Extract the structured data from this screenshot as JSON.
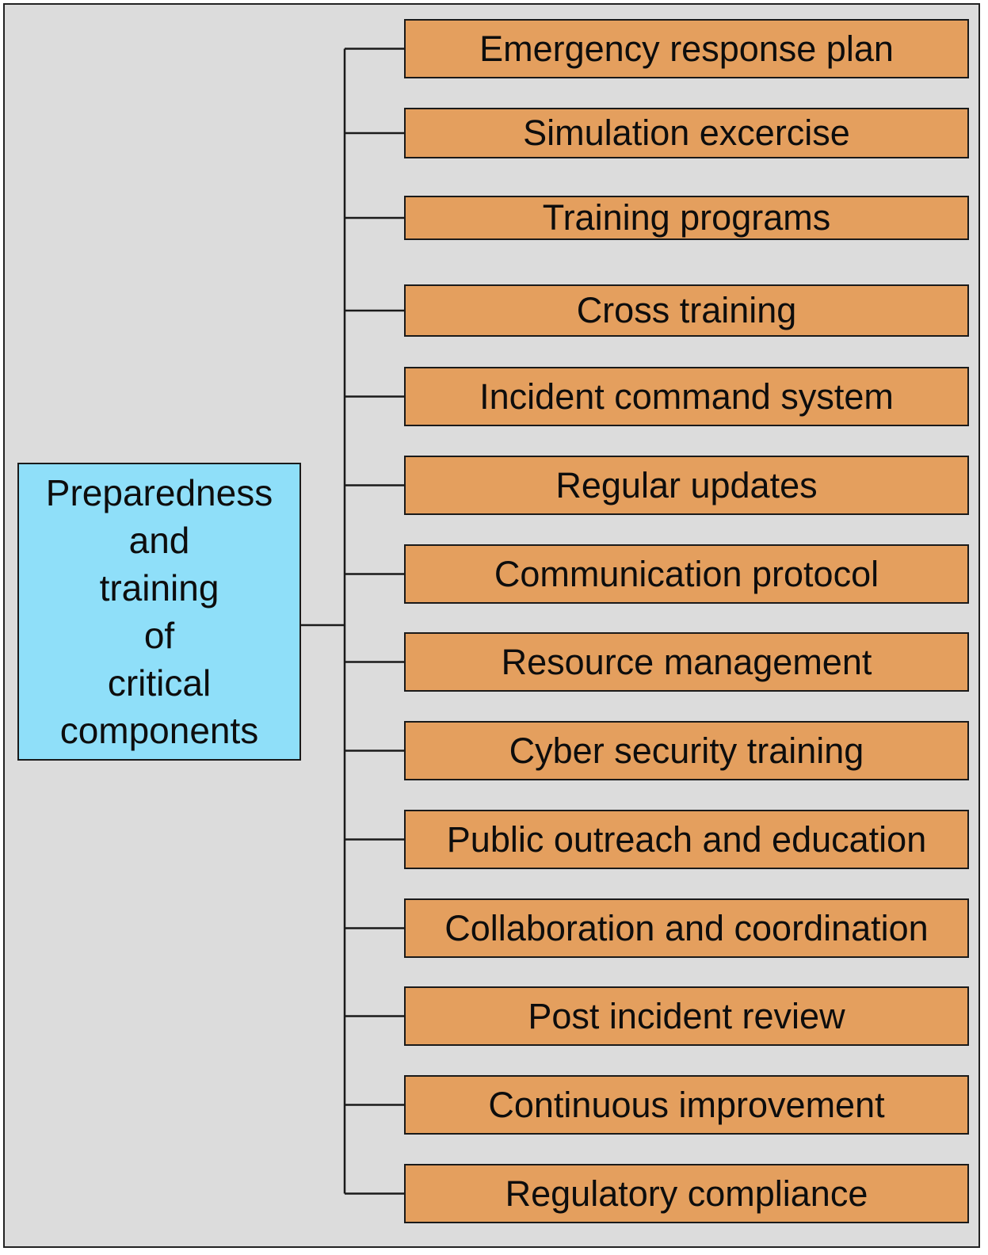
{
  "colors": {
    "background": "#dcdcdc",
    "root_fill": "#8fdff9",
    "item_fill": "#e49f5e",
    "stroke": "#1a1a1a"
  },
  "root": {
    "label": "Preparedness\nand\ntraining\nof\ncritical\ncomponents"
  },
  "items": [
    {
      "label": "Emergency response plan"
    },
    {
      "label": "Simulation excercise"
    },
    {
      "label": "Training programs"
    },
    {
      "label": "Cross training"
    },
    {
      "label": "Incident command system"
    },
    {
      "label": "Regular updates"
    },
    {
      "label": "Communication protocol"
    },
    {
      "label": "Resource management"
    },
    {
      "label": "Cyber security training"
    },
    {
      "label": "Public outreach and education"
    },
    {
      "label": "Collaboration and coordination"
    },
    {
      "label": "Post incident review"
    },
    {
      "label": "Continuous improvement"
    },
    {
      "label": "Regulatory compliance"
    }
  ]
}
